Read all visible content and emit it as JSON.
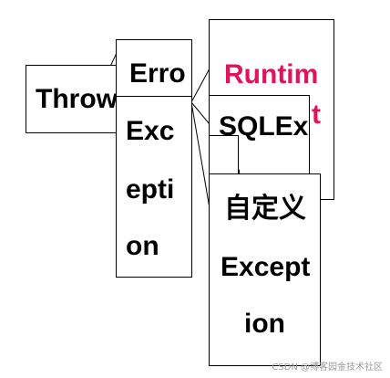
{
  "nodes": {
    "throwable": {
      "label": "Throw"
    },
    "error": {
      "label": "Erro"
    },
    "exception": {
      "lines": [
        "Exc",
        "epti",
        "on"
      ]
    },
    "runtime_exception": {
      "lines": [
        "Runtim",
        "t"
      ],
      "color": "#e0135d"
    },
    "sql_exception": {
      "lines": [
        "SQLEx",
        "..."
      ]
    },
    "custom_exception": {
      "lines": [
        "自定义",
        "Except",
        "ion"
      ]
    }
  },
  "watermark": "CSDN @博客园金技术社区"
}
